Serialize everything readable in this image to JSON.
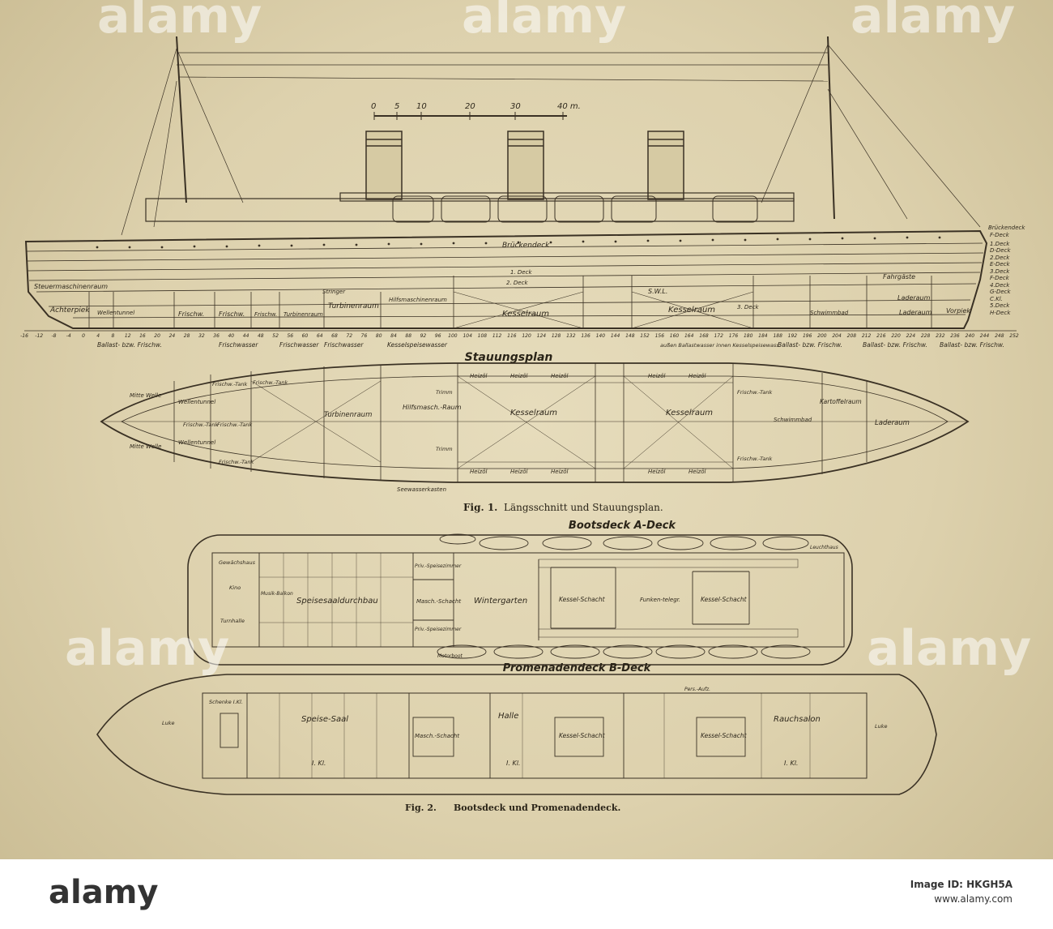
{
  "figures": {
    "fig1_caption_num": "Fig. 1.",
    "fig1_caption_text": "Längsschnitt und Stauungsplan.",
    "fig2_caption_num": "Fig. 2.",
    "fig2_caption_text": "Bootsdeck und Promenadendeck."
  },
  "scale_bar": {
    "ticks": [
      "0",
      "5",
      "10",
      "20",
      "30",
      "40 m."
    ]
  },
  "section_titles": {
    "stowage": "Stauungsplan",
    "boat_deck": "Bootsdeck A-Deck",
    "promenade_deck": "Promenadendeck B-Deck"
  },
  "profile": {
    "deck_labels": [
      "Brückendeck",
      "F-Deck",
      "1.Deck",
      "D-Deck",
      "2.Deck",
      "E-Deck",
      "3.Deck",
      "F-Deck",
      "4.Deck",
      "G-Deck",
      "C.Kl.",
      "5.Deck",
      "H-Deck"
    ],
    "compartments": [
      "Steuermaschinenraum",
      "Achterpiek",
      "Wellentunnel",
      "Frischw.",
      "Frischw.",
      "Frischw.",
      "Turbinenraum",
      "Stringer",
      "Turbinenraum",
      "Hilfsmaschinenraum",
      "Kesselraum",
      "Kesselraum",
      "Schwimmbad",
      "Laderaum",
      "Laderaum",
      "Vorpiek",
      "Fahrgäste",
      "Brückendeck",
      "1. Deck",
      "2. Deck",
      "3. Deck",
      "S.W.L."
    ],
    "tank_labels": [
      "Ballast- bzw. Frischw.",
      "Frischwasser",
      "Frischwasser",
      "Frischwasser",
      "Kesselspeisewasser",
      "außen Ballastwasser innen Kesselspeisewass.",
      "Ballast- bzw. Frischw.",
      "Ballast- bzw. Frischw.",
      "Ballast- bzw. Frischw."
    ],
    "frame_numbers": [
      "-16",
      "-12",
      "-8",
      "-4",
      "0",
      "4",
      "8",
      "12",
      "16",
      "20",
      "24",
      "28",
      "32",
      "36",
      "40",
      "44",
      "48",
      "52",
      "56",
      "60",
      "64",
      "68",
      "72",
      "76",
      "80",
      "84",
      "88",
      "92",
      "96",
      "100",
      "104",
      "108",
      "112",
      "116",
      "120",
      "124",
      "128",
      "132",
      "136",
      "140",
      "144",
      "148",
      "152",
      "156",
      "160",
      "164",
      "168",
      "172",
      "176",
      "180",
      "184",
      "188",
      "192",
      "196",
      "200",
      "204",
      "208",
      "212",
      "216",
      "220",
      "224",
      "228",
      "232",
      "236",
      "240",
      "244",
      "248",
      "252"
    ]
  },
  "plan": {
    "rooms": [
      "Turbinenraum",
      "Hilfsmasch.-Raum",
      "Kesselraum",
      "Kesselraum",
      "Laderaum",
      "Kartoffelraum",
      "Schwimmbad",
      "Wellentunnel",
      "Wellentunnel",
      "Mitte Welle",
      "Mitte Welle",
      "Frischw.-Tank",
      "Frischw.-Tank",
      "Frischw.-Tank",
      "Frischw.-Tank",
      "Frischw.-Tank",
      "Frischw.-Tank",
      "Frischw.-Tank",
      "Seewasserkasten",
      "Trimm",
      "Trimm"
    ],
    "bunker_label": "Heizöl"
  },
  "boat_deck": {
    "rooms": [
      "Gewächshaus",
      "Kino",
      "Musik-Balkon",
      "Turnhalle",
      "Speisesaaldurchbau",
      "Priv.-Speisezimmer",
      "Masch.-Schacht",
      "Priv.-Speisezimmer",
      "Wintergarten",
      "Kessel-Schacht",
      "Funken-telegr.",
      "Kessel-Schacht",
      "Leuchthaus",
      "Motorboot"
    ]
  },
  "promenade_deck": {
    "rooms": [
      "Schenke I.Kl.",
      "Luke",
      "Speise-Saal",
      "Masch.-Schacht",
      "Halle",
      "Kessel-Schacht",
      "Kessel-Schacht",
      "Rauchsalon",
      "Luke",
      "Pers.-Aufz."
    ],
    "class_labels": [
      "I. Kl.",
      "I. Kl.",
      "I. Kl."
    ]
  },
  "watermark": {
    "text": "alamy"
  },
  "footer": {
    "logo": "alamy",
    "image_id": "Image ID: HKGH5A",
    "url": "www.alamy.com"
  }
}
